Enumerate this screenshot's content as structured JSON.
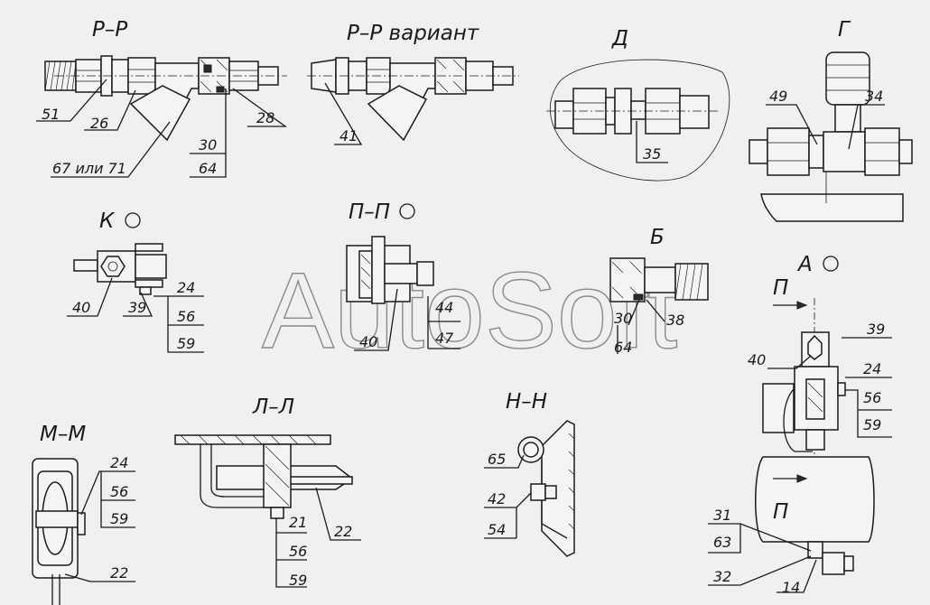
{
  "watermark": "AutoSoft",
  "views": {
    "rr": "Р–Р",
    "rr_variant": "Р–Р вариант",
    "d": "Д",
    "g": "Г",
    "k": "К",
    "pp": "П–П",
    "b": "Б",
    "a": "А",
    "mm": "М–М",
    "ll": "Л–Л",
    "nn": "Н–Н",
    "p_top": "П",
    "p_bottom": "П"
  },
  "labels": {
    "rr_51": "51",
    "rr_26": "26",
    "rr_67": "67 или 71",
    "rr_30": "30",
    "rr_64": "64",
    "rr_28": "28",
    "rv_41": "41",
    "d_35": "35",
    "g_49": "49",
    "g_34": "34",
    "k_40": "40",
    "k_39": "39",
    "k_24": "24",
    "k_56": "56",
    "k_59": "59",
    "pp_40": "40",
    "pp_44": "44",
    "pp_47": "47",
    "b_30": "30",
    "b_64": "64",
    "b_38": "38",
    "a_39": "39",
    "a_40": "40",
    "a_24": "24",
    "a_56": "56",
    "a_59": "59",
    "a_31": "31",
    "a_63": "63",
    "a_32": "32",
    "a_14": "14",
    "mm_24": "24",
    "mm_56": "56",
    "mm_59": "59",
    "mm_22": "22",
    "ll_21": "21",
    "ll_56": "56",
    "ll_59": "59",
    "ll_22": "22",
    "nn_65": "65",
    "nn_42": "42",
    "nn_54": "54"
  }
}
